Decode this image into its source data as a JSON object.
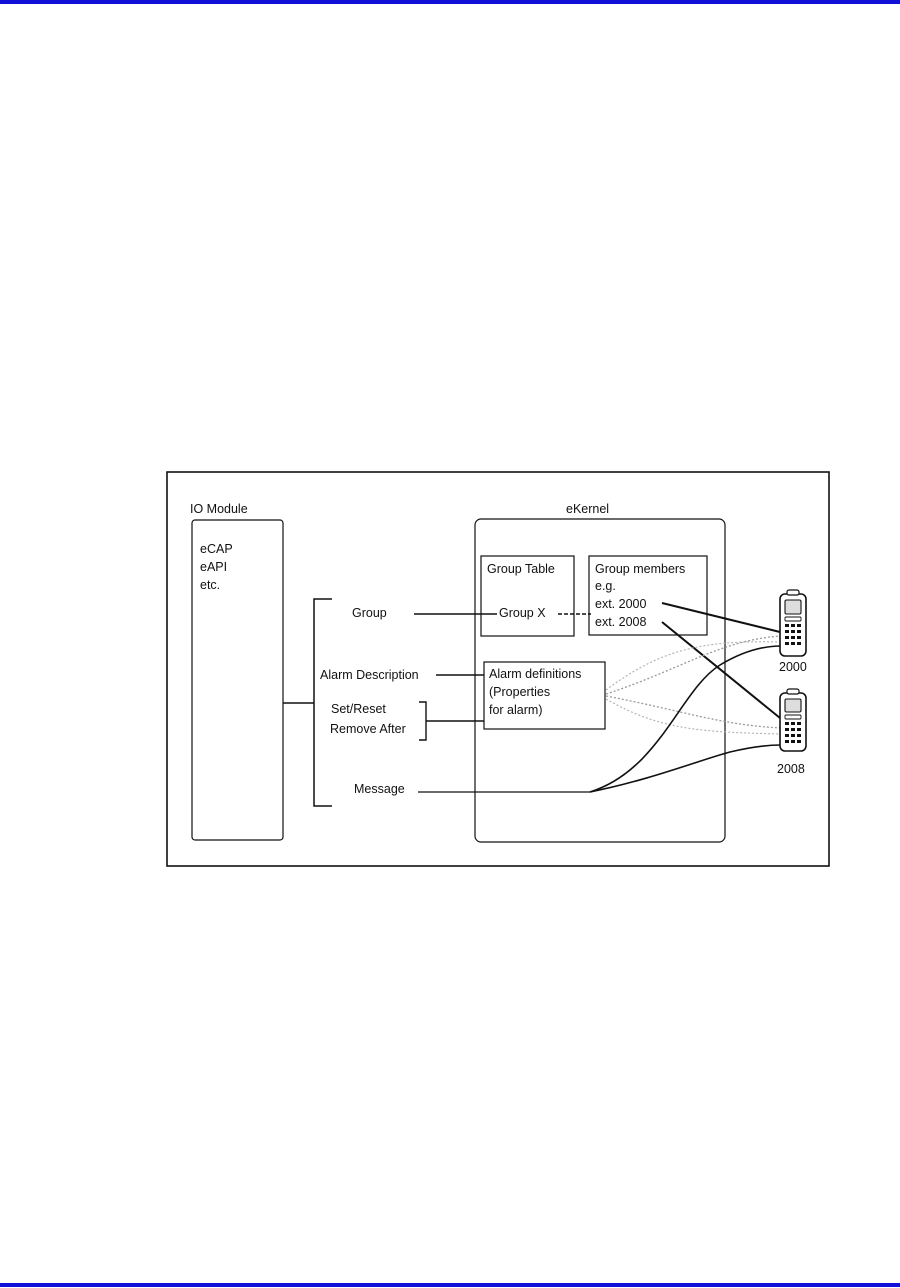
{
  "colors": {
    "page_rule": "#1010d8",
    "line": "#111111",
    "dotted_line": "#9a9a9a",
    "background": "#ffffff"
  },
  "io_module": {
    "title": "IO Module",
    "lines": [
      "eCAP",
      "eAPI",
      "etc."
    ]
  },
  "inputs": {
    "group": "Group",
    "alarm_description": "Alarm Description",
    "set_reset": "Set/Reset",
    "remove_after": "Remove After",
    "message": "Message"
  },
  "ekernel": {
    "title": "eKernel",
    "group_table": {
      "title": "Group Table",
      "entry": "Group X"
    },
    "group_members": {
      "lines": [
        "Group members",
        "e.g.",
        "ext. 2000",
        "ext. 2008"
      ]
    },
    "alarm_definitions": {
      "lines": [
        "Alarm definitions",
        "(Properties",
        "for alarm)"
      ]
    }
  },
  "devices": [
    {
      "label": "2000",
      "icon": "handset-icon"
    },
    {
      "label": "2008",
      "icon": "handset-icon"
    }
  ]
}
